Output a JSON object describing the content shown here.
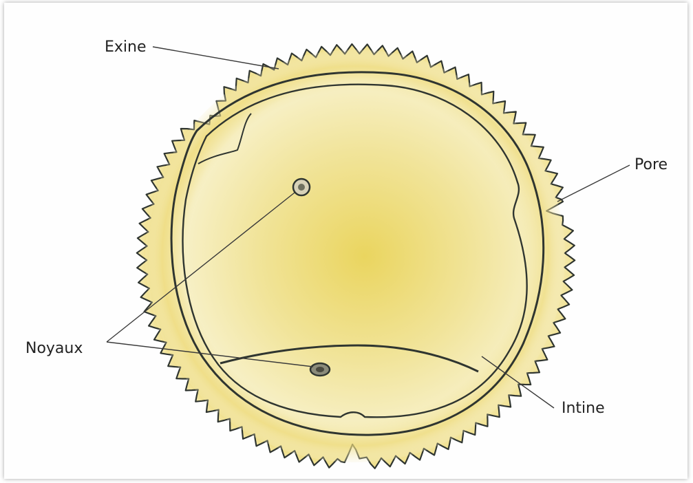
{
  "labels": {
    "exine": "Exine",
    "pore": "Pore",
    "noyaux": "Noyaux",
    "intine": "Intine"
  },
  "colors": {
    "pollen_fill": "#f3e9a6",
    "pollen_core": "#ecd870",
    "ink": "#2f3530",
    "leader": "#3a3a3a"
  }
}
